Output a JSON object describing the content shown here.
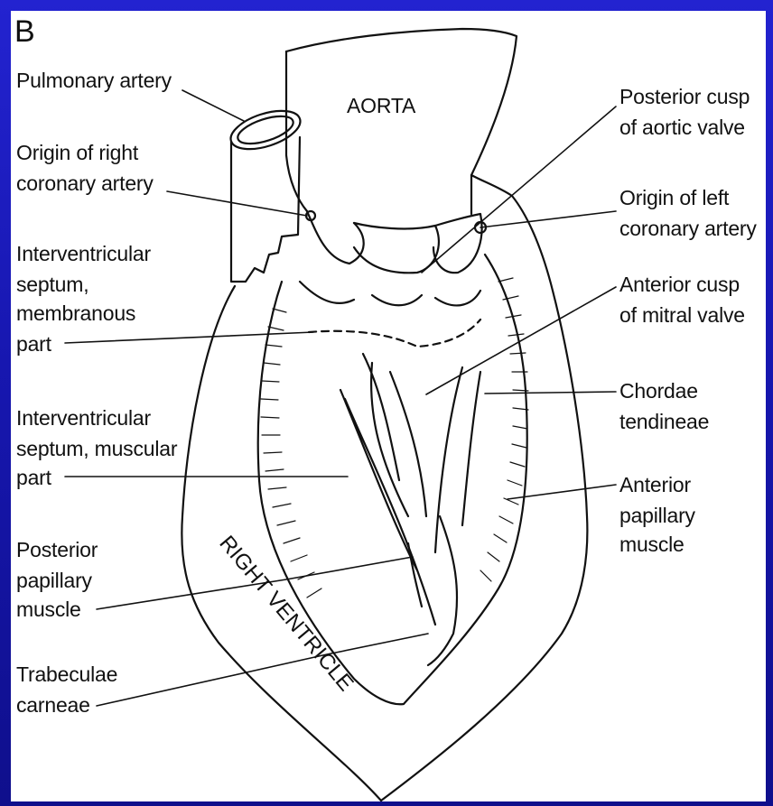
{
  "panel_letter": "B",
  "structures": {
    "aorta": "AORTA",
    "right_ventricle": "RIGHT VENTRICLE"
  },
  "labels_left": {
    "pulmonary_artery": "Pulmonary artery",
    "origin_right_coronary_1": "Origin of right",
    "origin_right_coronary_2": "coronary artery",
    "septum_membranous_1": "Interventricular",
    "septum_membranous_2": "septum,",
    "septum_membranous_3": "membranous",
    "septum_membranous_4": "part",
    "septum_muscular_1": "Interventricular",
    "septum_muscular_2": "septum, muscular",
    "septum_muscular_3": "part",
    "posterior_papillary_1": "Posterior",
    "posterior_papillary_2": "papillary",
    "posterior_papillary_3": "muscle",
    "trabeculae_1": "Trabeculae",
    "trabeculae_2": "carneae"
  },
  "labels_right": {
    "posterior_cusp_1": "Posterior cusp",
    "posterior_cusp_2": "of aortic valve",
    "origin_left_coronary_1": "Origin of left",
    "origin_left_coronary_2": "coronary artery",
    "anterior_cusp_1": "Anterior cusp",
    "anterior_cusp_2": "of mitral valve",
    "chordae_1": "Chordae",
    "chordae_2": "tendineae",
    "anterior_papillary_1": "Anterior",
    "anterior_papillary_2": "papillary",
    "anterior_papillary_3": "muscle"
  }
}
